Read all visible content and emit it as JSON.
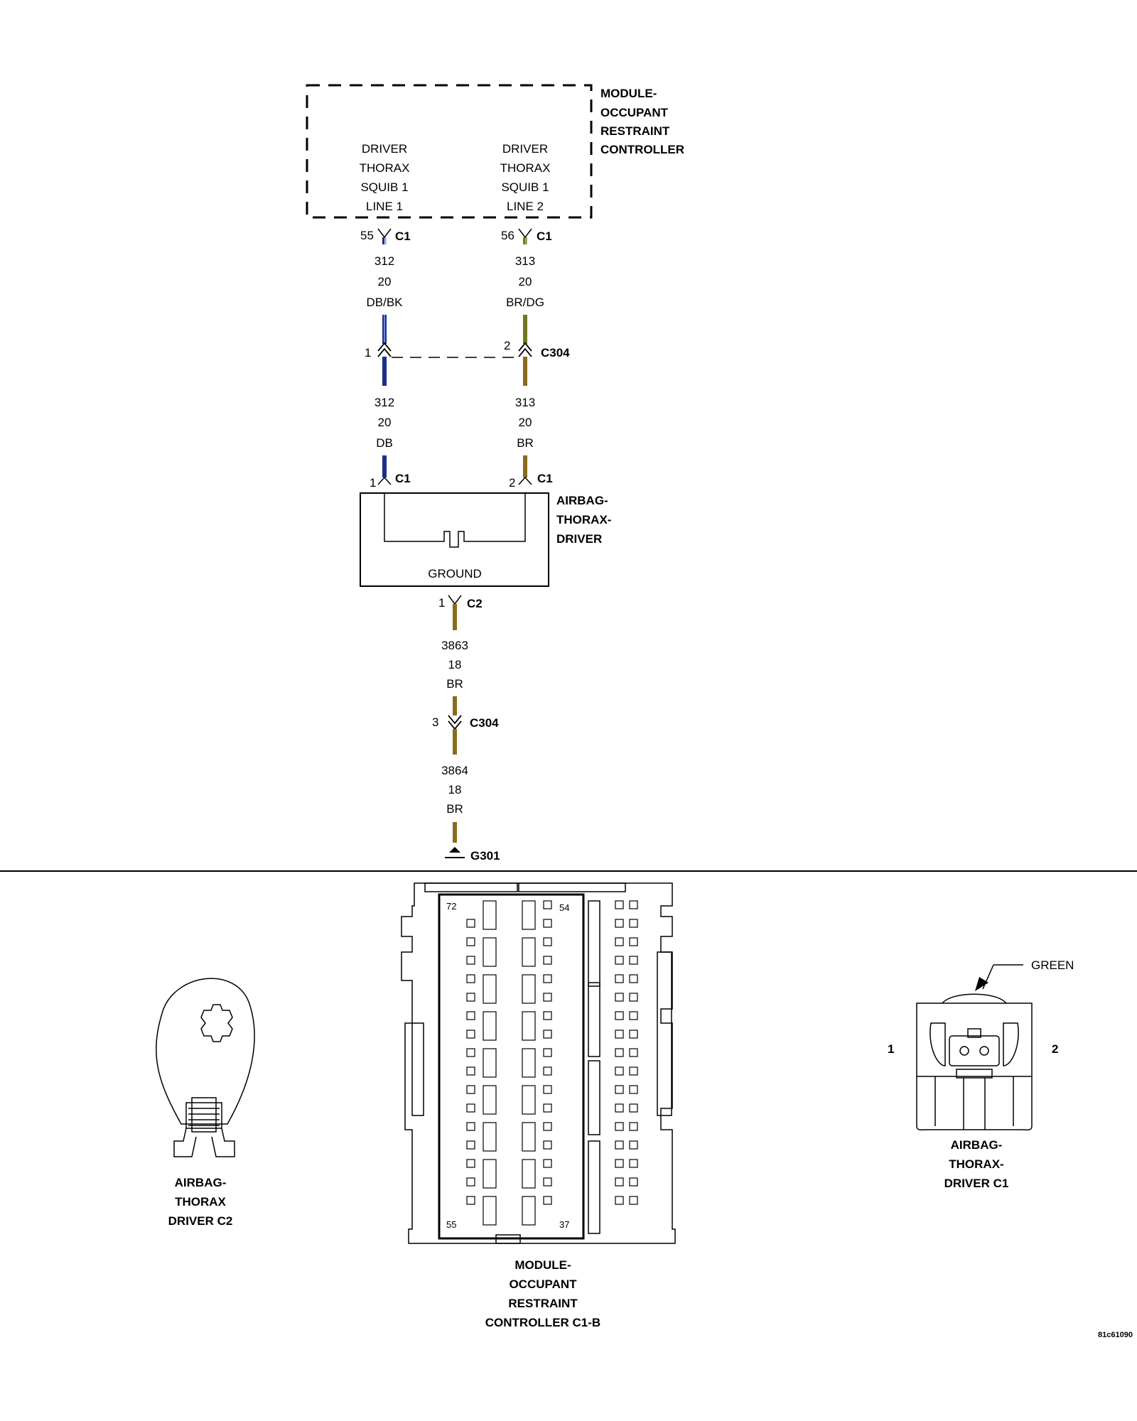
{
  "module": {
    "name_lines": [
      "MODULE-",
      "OCCUPANT",
      "RESTRAINT",
      "CONTROLLER"
    ],
    "pin_left_lines": [
      "DRIVER",
      "THORAX",
      "SQUIB 1",
      "LINE 1"
    ],
    "pin_right_lines": [
      "DRIVER",
      "THORAX",
      "SQUIB 1",
      "LINE 2"
    ]
  },
  "module_pins": {
    "left_pin": "55",
    "left_conn": "C1",
    "right_pin": "56",
    "right_conn": "C1"
  },
  "wires_upper": {
    "left": [
      "312",
      "20",
      "DB/BK"
    ],
    "right": [
      "313",
      "20",
      "BR/DG"
    ]
  },
  "inline_c304_top": {
    "left_pin": "1",
    "right_pin": "2",
    "name": "C304"
  },
  "wires_middle": {
    "left": [
      "312",
      "20",
      "DB"
    ],
    "right": [
      "313",
      "20",
      "BR"
    ]
  },
  "airbag_pins": {
    "left_pin": "1",
    "left_conn": "C1",
    "right_pin": "2",
    "right_conn": "C1"
  },
  "airbag": {
    "name_lines": [
      "AIRBAG-",
      "THORAX-",
      "DRIVER"
    ],
    "ground_label": "GROUND"
  },
  "ground_pin": {
    "pin": "1",
    "conn": "C2"
  },
  "wire_ground_1": [
    "3863",
    "18",
    "BR"
  ],
  "inline_c304_bottom": {
    "pin": "3",
    "name": "C304"
  },
  "wire_ground_2": [
    "3864",
    "18",
    "BR"
  ],
  "ground_point": "G301",
  "connector_views": {
    "c2": {
      "caption_lines": [
        "AIRBAG-",
        "THORAX",
        "DRIVER C2"
      ]
    },
    "c1b": {
      "caption_lines": [
        "MODULE-",
        "OCCUPANT",
        "RESTRAINT",
        "CONTROLLER C1-B"
      ],
      "pin_numbers": {
        "top_left": "72",
        "top_right": "54",
        "bottom_left": "55",
        "bottom_right": "37"
      }
    },
    "c1": {
      "caption_lines": [
        "AIRBAG-",
        "THORAX-",
        "DRIVER C1"
      ],
      "pin_left": "1",
      "pin_right": "2",
      "color_callout": "GREEN"
    }
  },
  "figure_id": "81c61090",
  "colors": {
    "dark_blue": "#1a2f8a",
    "black_stripe": "#111111",
    "brown": "#8a6a1c",
    "dark_green": "#4a8a2a"
  }
}
